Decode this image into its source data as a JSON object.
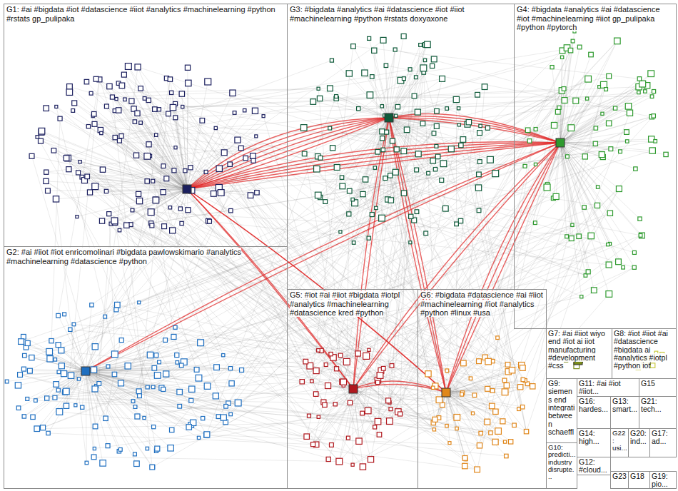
{
  "diagram": {
    "nodes": [
      {
        "text": [
          "G1: #ai #bigdata #iot #datascience #iiot #analytics #machinelearning #python #rstats gp_pulipaka"
        ]
      },
      {
        "text": [
          "G3: #bigdata #analytics #ai #datascience #iot #iiot #machinelearning #python #rstats doxyaxone"
        ]
      },
      {
        "text": [
          "G4: #bigdata #analytics #ai #datascience #iot #machinelearning #iiot gp_pulipaka #python #pytorch"
        ]
      },
      {
        "text": [
          "G2: #ai #iiot #iot enricomolinari #bigdata pawlowskimario #analytics #machinelearning #datascience #python"
        ]
      },
      {
        "text": [
          "G5: #iot #ai #iiot #bigdata #iotpl #analytics #machinelearning #datascience kred #python"
        ]
      },
      {
        "text": [
          "G6: #bigdata #datascience #ai #iiot #machinelearning #iot #analytics #python #linux #usa"
        ]
      },
      {
        "text": [
          "G7: #ai #iiot wiyo end #iot ai iiot manufacturing #development #css"
        ]
      },
      {
        "text": [
          "G8: #iot #iiot #ai #datascience #bigdata ai #analytics #iotpl #python iot"
        ]
      },
      {
        "text": [
          "G9: siemens end integrati between schaeffl"
        ]
      },
      {
        "text": [
          "G11: #ai #iot #iiot..."
        ]
      },
      {
        "text": [
          "G15"
        ]
      },
      {
        "text": [
          "G16: hardes..."
        ]
      },
      {
        "text": [
          "G13: smart..."
        ]
      },
      {
        "text": [
          "G21: tech..."
        ]
      },
      {
        "text": [
          "G14: high..."
        ]
      },
      {
        "text": [
          "G22: usi..."
        ]
      },
      {
        "text": [
          "G20: ind..."
        ]
      },
      {
        "text": [
          "G17: ad..."
        ]
      },
      {
        "text": [
          "G10: predicti... industry disrupte..."
        ]
      },
      {
        "text": [
          "G12: #cloud..."
        ]
      },
      {
        "text": [
          "G23"
        ]
      },
      {
        "text": [
          "G18"
        ]
      },
      {
        "text": [
          "G19: pio..."
        ]
      }
    ]
  }
}
